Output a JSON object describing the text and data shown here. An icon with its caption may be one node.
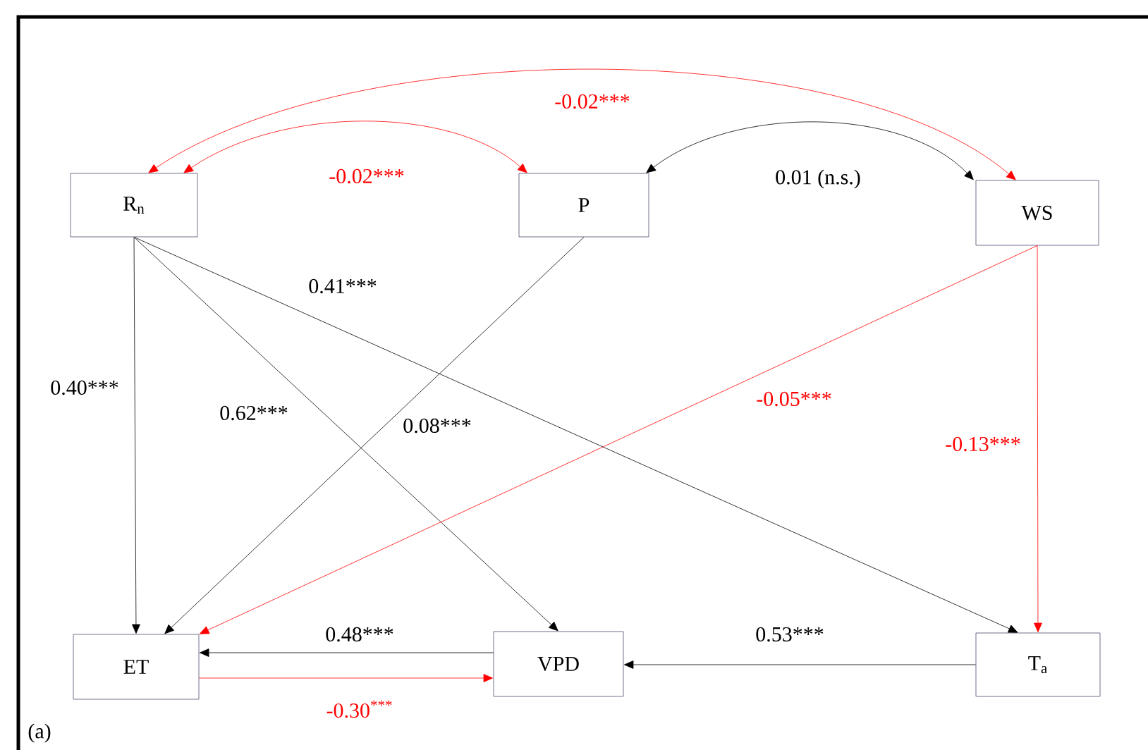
{
  "diagram": {
    "nodes": [
      {
        "text": [
          "R$_{n}$"
        ]
      },
      {
        "text": [
          "P"
        ]
      },
      {
        "text": [
          "WS"
        ]
      },
      {
        "text": [
          "ET"
        ]
      },
      {
        "text": [
          "VPD"
        ]
      },
      {
        "text": [
          "T$_{a}$"
        ]
      }
    ],
    "edges": [
      {
        "from": 0,
        "to": 2,
        "arrow": "both",
        "label": "-0.02***",
        "color": "#ff0000"
      },
      {
        "from": 0,
        "to": 1,
        "arrow": "both",
        "label": "-0.02***",
        "color": "#ff0000"
      },
      {
        "from": 1,
        "to": 2,
        "arrow": "both",
        "label": "0.01 (n.s.)"
      },
      {
        "from": 0,
        "to": 3,
        "arrow": "to",
        "label": "0.40***"
      },
      {
        "from": 0,
        "to": 4,
        "arrow": "to",
        "label": "0.62***"
      },
      {
        "from": 0,
        "to": 5,
        "arrow": "to",
        "label": "0.41***"
      },
      {
        "from": 1,
        "to": 3,
        "arrow": "to",
        "label": "0.08***"
      },
      {
        "from": 2,
        "to": 3,
        "arrow": "to",
        "label": "-0.05***",
        "color": "#ff0000"
      },
      {
        "from": 2,
        "to": 5,
        "arrow": "to",
        "label": "-0.13***",
        "color": "#ff0000"
      },
      {
        "from": 4,
        "to": 3,
        "arrow": "to",
        "label": "0.48***"
      },
      {
        "from": 3,
        "to": 4,
        "arrow": "to",
        "label": "-0.30$^{***}$",
        "color": "#ff0000"
      },
      {
        "from": 5,
        "to": 4,
        "arrow": "to",
        "label": "0.53***"
      }
    ],
    "labels": [
      "(a)"
    ]
  }
}
